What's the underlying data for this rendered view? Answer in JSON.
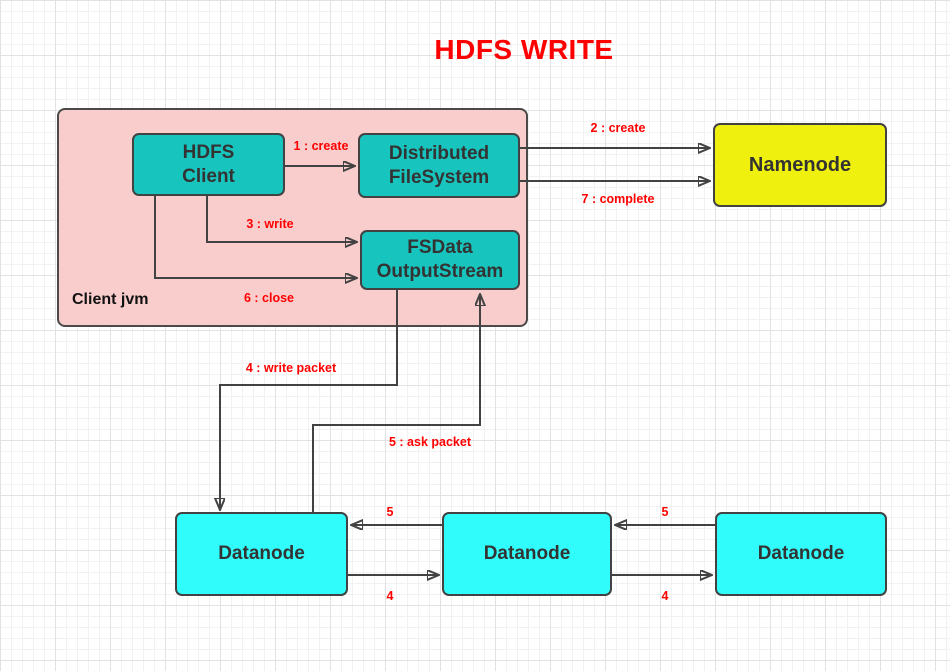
{
  "title": "HDFS WRITE",
  "colors": {
    "title_red": "#ff0000",
    "label_red": "#ff0000",
    "container_pink": "#facdcd",
    "node_teal": "#18c4be",
    "node_yellow": "#eff00d",
    "node_cyan": "#31fcfc",
    "stroke_dark": "#424242"
  },
  "container": {
    "label": "Client jvm"
  },
  "nodes": {
    "hdfs_client": {
      "label": "HDFS\nClient"
    },
    "distributed_filesystem": {
      "label": "Distributed\nFileSystem"
    },
    "fsdata_outputstream": {
      "label": "FSData\nOutputStream"
    },
    "namenode": {
      "label": "Namenode"
    },
    "datanode1": {
      "label": "Datanode"
    },
    "datanode2": {
      "label": "Datanode"
    },
    "datanode3": {
      "label": "Datanode"
    }
  },
  "edges": {
    "create1": {
      "label": "1 : create"
    },
    "create2": {
      "label": "2 : create"
    },
    "write3": {
      "label": "3 : write"
    },
    "write_packet4": {
      "label": "4 : write packet"
    },
    "ask_packet5": {
      "label": "5 : ask packet"
    },
    "close6": {
      "label": "6 : close"
    },
    "complete7": {
      "label": "7 : complete"
    },
    "ack5_dn2_to_dn1": {
      "label": "5"
    },
    "fwd4_dn1_to_dn2": {
      "label": "4"
    },
    "ack5_dn3_to_dn2": {
      "label": "5"
    },
    "fwd4_dn2_to_dn3": {
      "label": "4"
    }
  }
}
